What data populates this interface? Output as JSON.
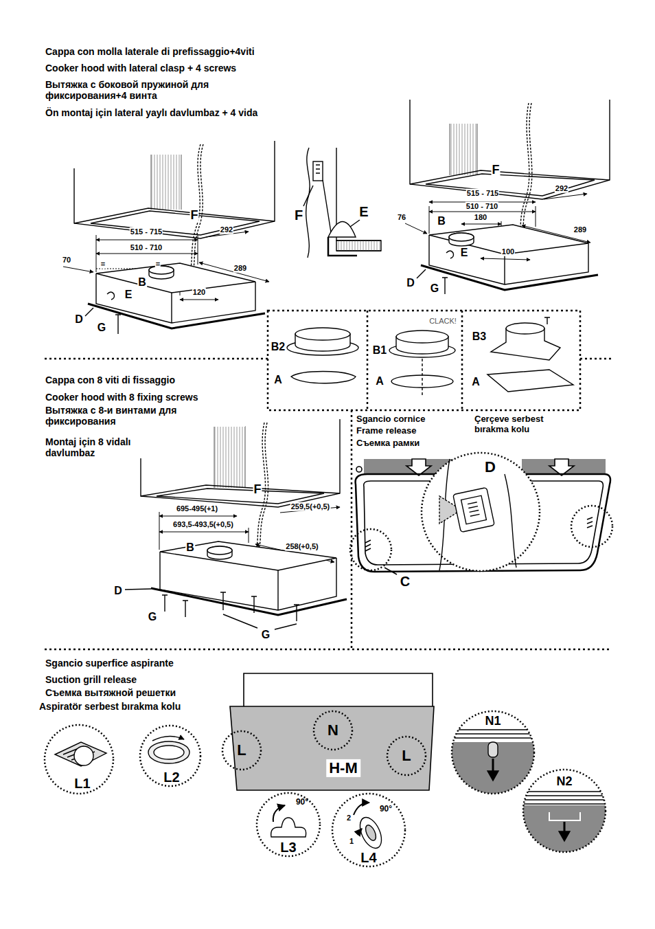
{
  "diagram": {
    "nodes": [
      {
        "text": [
          "D"
        ]
      },
      {
        "text": [
          "L1"
        ]
      },
      {
        "text": [
          "L2"
        ]
      },
      {
        "text": [
          "H-M"
        ]
      },
      {
        "text": [
          "N"
        ],
        "in": 3
      },
      {
        "text": [
          "L"
        ],
        "in": 3
      },
      {
        "text": [
          "L"
        ],
        "in": 3
      },
      {
        "text": [
          "N1"
        ]
      },
      {
        "text": [
          "N2"
        ]
      },
      {
        "text": [
          "L3"
        ]
      },
      {
        "text": [
          "L4"
        ]
      }
    ],
    "labels": [
      "Cappa con molla laterale di prefissaggio+4viti",
      "Cooker hood with lateral clasp + 4 screws",
      "Вытяжка с боковой пружиной для фиксирования+4 винта",
      "Ön montaj için lateral yaylı davlumbaz + 4 vida",
      "F",
      "515 - 715",
      "292",
      "510 - 710",
      "70",
      "=",
      "=",
      "B",
      "E",
      "120",
      "289",
      "D",
      "G",
      "F",
      "E",
      "F",
      "515 - 715",
      "292",
      "510 - 710",
      "76",
      "B",
      "180",
      "E",
      "100",
      "289",
      "D",
      "G",
      "B2",
      "A",
      "B1",
      "CLACK!",
      "A",
      "B3",
      "A",
      "Cappa con 8 viti di fissaggio",
      "Cooker hood with 8 fixing screws",
      "Вытяжка с 8-и винтами для фиксирования",
      "Montaj için 8 vidalı davlumbaz",
      "F",
      "695-495(+1)",
      "259,5(+0,5)",
      "693,5-493,5(+0,5)",
      "B",
      "258(+0,5)",
      "D",
      "G",
      "G",
      "Sgancio cornice",
      "Frame release",
      "Съемка рамки",
      "Çerçeve serbest bırakma kolu",
      "C",
      "Sgancio superfice aspirante",
      "Suction grill release",
      "Съемка вытяжной решетки",
      "Aspiratör serbest bırakma kolu",
      "90°",
      "90°",
      "2",
      "1"
    ]
  }
}
